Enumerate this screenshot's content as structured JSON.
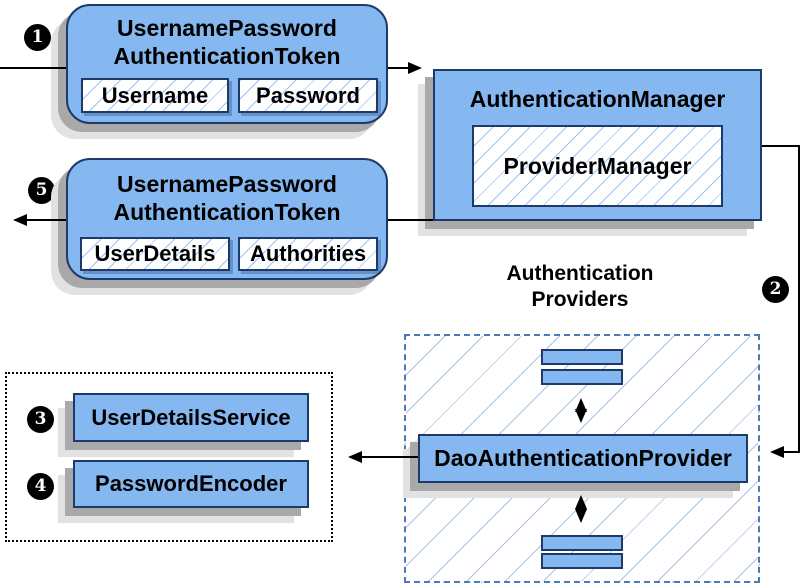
{
  "diagram": {
    "badges": {
      "one": "1",
      "two": "2",
      "three": "3",
      "four": "4",
      "five": "5"
    },
    "request_token": {
      "title1": "UsernamePassword",
      "title2": "AuthenticationToken",
      "field1": "Username",
      "field2": "Password"
    },
    "result_token": {
      "title1": "UsernamePassword",
      "title2": "AuthenticationToken",
      "field1": "UserDetails",
      "field2": "Authorities"
    },
    "auth_manager": {
      "title": "AuthenticationManager",
      "inner": "ProviderManager"
    },
    "providers": {
      "label1": "Authentication",
      "label2": "Providers",
      "dao": "DaoAuthenticationProvider"
    },
    "services": {
      "user_details_service": "UserDetailsService",
      "password_encoder": "PasswordEncoder"
    },
    "colors": {
      "box_fill": "#85B7F0",
      "box_border": "#1E3A68",
      "hatch_line": "#7DAFF0",
      "dashed_border": "#4B7BB6",
      "shadow_dark": "#A9A9A9",
      "shadow_light": "#E2E2E2",
      "arrow": "#000000"
    }
  }
}
